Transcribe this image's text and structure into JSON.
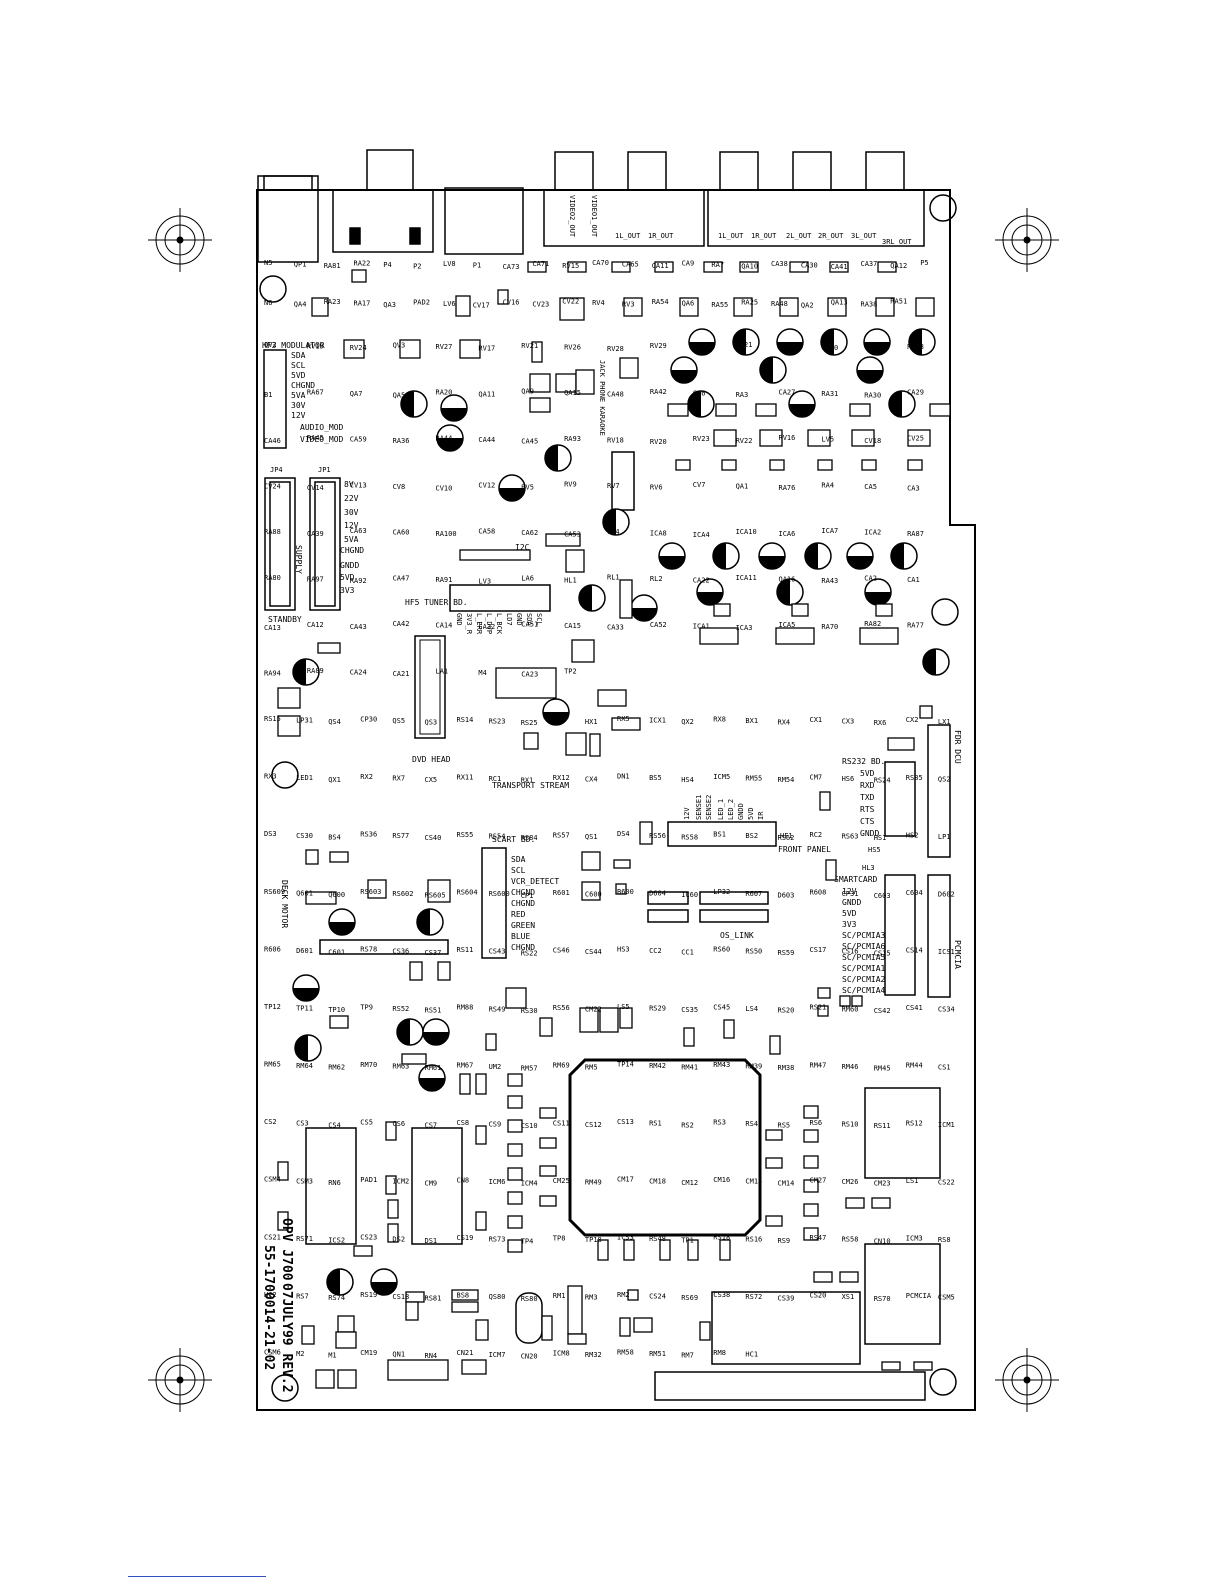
{
  "board": {
    "stamp": "OPV J700 55-1700014-21-02 07JULY99 REV.2",
    "stamp_part": "55-1700014-21-02",
    "stamp_date": "07JULY99 REV.2",
    "stamp_model": "OPV J700"
  },
  "connectors": {
    "video": [
      "VIDEO2_OUT",
      "VIDEO1_OUT"
    ],
    "audio_a": [
      "1L_OUT",
      "1R_OUT"
    ],
    "audio_b": [
      "1L_OUT",
      "1R_OUT",
      "2L_OUT",
      "2R_OUT",
      "3L_OUT",
      "3RL_OUT"
    ]
  },
  "blocks": {
    "modulator": {
      "title": "HF3 MODULATOR",
      "pins": [
        "SDA",
        "SCL",
        "5VD",
        "CHGND",
        "5VA",
        "30V",
        "12V",
        "AUDIO_MOD",
        "VIDEO_MOD"
      ]
    },
    "supply": {
      "title": "SUPPLY",
      "pins": [
        "8V",
        "22V",
        "30V",
        "12V",
        "5VA",
        "CHGND",
        "GNDD",
        "5VD",
        "3V3"
      ],
      "standby": "STANDBY",
      "jp": [
        "JP4",
        "JP1"
      ]
    },
    "jack": "JACK PHONE KARAOKE",
    "tuner": {
      "title": "HF5 TUNER BD.",
      "pins": [
        "GND",
        "3V3_R",
        "L_ERR",
        "L_DVP",
        "L_BCK",
        "LD7",
        "GND",
        "SDA",
        "SCL"
      ],
      "i2c": "I2C"
    },
    "dvd_head": "DVD HEAD",
    "transport": "TRANSPORT STREAM",
    "rs232": {
      "title": "RS232 BD.",
      "pins": [
        "5VD",
        "RXD",
        "TXD",
        "RTS",
        "CTS",
        "GNDD"
      ],
      "hs": "HS5"
    },
    "fdr": "FDR DCU",
    "front_panel": {
      "title": "FRONT PANEL",
      "hf": "HF1",
      "pins": [
        "12V",
        "SENSE1",
        "SENSE2",
        "LED_1",
        "LED_2",
        "GNDD",
        "5VD",
        "IR"
      ]
    },
    "scart": {
      "title": "SCART BD.",
      "pins": [
        "SDA",
        "SCL",
        "VCR_DETECT",
        "CHGND",
        "CHGND",
        "RED",
        "GREEN",
        "BLUE",
        "CHGND"
      ]
    },
    "smartcard": {
      "title": "SMARTCARD",
      "hl": "HL3",
      "pins": [
        "12V",
        "GNDD",
        "5VD",
        "3V3",
        "SC/PCMIA3",
        "SC/PCMIA6",
        "SC/PCMIA5",
        "SC/PCMIA1",
        "SC/PCMIA2",
        "SC/PCMIA4"
      ]
    },
    "pcmcia": "PCMCIA",
    "deck_motor": "DECK MOTOR",
    "os_link": "OS_LINK"
  },
  "components": {
    "top": [
      "N5",
      "QP1",
      "RA81",
      "RA22",
      "P4",
      "P2",
      "LV8",
      "P1",
      "CA73",
      "CA71",
      "RV15",
      "CA70",
      "CA65",
      "CA11",
      "CA9",
      "RA7",
      "QA10",
      "CA38",
      "CA30",
      "CA41",
      "CA37",
      "QA12",
      "P5",
      "N6",
      "QA4",
      "RA23",
      "RA17",
      "QA3",
      "PAD2",
      "LV6",
      "CV17",
      "CV16",
      "CV23",
      "CV22",
      "RV4",
      "RV3",
      "RA54",
      "QA6",
      "RA55",
      "RA25",
      "RA48",
      "QA2",
      "QA13",
      "RA38",
      "RA51"
    ],
    "mid": [
      "QV2",
      "RV19",
      "RV24",
      "QV3",
      "RV27",
      "RV17",
      "RV21",
      "RV26",
      "RV28",
      "RV29",
      "CV15",
      "CV21",
      "RV25",
      "QV10",
      "CV9",
      "RV13",
      "B1",
      "RA67",
      "QA7",
      "QA5",
      "RA20",
      "QA11",
      "QA9",
      "QA15",
      "CA48",
      "RA42",
      "CA6",
      "RA3",
      "CA27",
      "RA31",
      "RA30",
      "CA29",
      "CA46",
      "RA45",
      "CA59",
      "RA36",
      "RA44",
      "CA44",
      "CA45",
      "RA93",
      "RV18",
      "RV20",
      "RV23",
      "RV22",
      "RV16",
      "LV5",
      "CV18",
      "CV25",
      "CV24",
      "CV14",
      "CV13",
      "CV8",
      "CV10",
      "CV12",
      "RV5",
      "RV9",
      "RV7",
      "RV6",
      "CV7",
      "QA1",
      "RA76",
      "RA4",
      "CA5",
      "CA3",
      "RA88",
      "CA39",
      "CA63",
      "CA60",
      "RA100",
      "CA58",
      "CA62",
      "CA53",
      "CA4",
      "ICA8",
      "ICA4",
      "ICA10",
      "ICA6",
      "ICA7",
      "ICA2",
      "RA87",
      "RA80",
      "RA97",
      "RA92",
      "CA47",
      "RA91",
      "LV3",
      "LA6",
      "HL1",
      "RL1",
      "RL2",
      "CA22",
      "ICA11",
      "QA16",
      "RA43",
      "CA2",
      "CA1",
      "CA13",
      "CA12",
      "CA43",
      "CA42",
      "CA14",
      "CA32",
      "CA51",
      "CA15",
      "CA33",
      "CA52",
      "ICA1",
      "ICA3",
      "ICA5",
      "RA70",
      "RA82",
      "RA77",
      "RA94",
      "RA89",
      "CA24",
      "CA21",
      "LA1",
      "M4",
      "CA23",
      "TP2"
    ],
    "lower": [
      "RS15",
      "LP31",
      "QS4",
      "CP30",
      "QS5",
      "QS3",
      "RS14",
      "RS23",
      "RS25",
      "M3",
      "HX1",
      "RX5",
      "ICX1",
      "QX2",
      "RX8",
      "BX1",
      "RX4",
      "CX1",
      "CX3",
      "RX6",
      "CX2",
      "LX1",
      "RX3",
      "LED1",
      "QX1",
      "RX2",
      "RX7",
      "CX5",
      "RX11",
      "RC1",
      "RX1",
      "RX12",
      "CX4",
      "DN1",
      "BS5",
      "HS4",
      "ICM5",
      "RM55",
      "RM54",
      "CM7",
      "HS6",
      "RS24",
      "RS85",
      "QS2",
      "DS3",
      "CS30",
      "BS4",
      "RS36",
      "RS77",
      "CS40",
      "RS55",
      "RS54",
      "RS84",
      "RS57",
      "QS1",
      "DS4",
      "RS56",
      "RS58",
      "BS1",
      "BS2",
      "RS62",
      "RC2",
      "RS63",
      "HS1",
      "HS2",
      "LP1",
      "RS609",
      "Q601",
      "Q600",
      "RS603",
      "RS602",
      "RS605",
      "RS604",
      "RS600",
      "CP1",
      "R601",
      "C600",
      "B600",
      "D604",
      "IC60",
      "LP32",
      "R607",
      "D603",
      "R608",
      "CP31",
      "C603",
      "C604",
      "D602",
      "R606",
      "D601",
      "C601",
      "RS78",
      "CS36",
      "CS37",
      "RS11",
      "CS43",
      "RS22",
      "CS46",
      "CS44",
      "HS3",
      "CC2",
      "CC1",
      "RS60",
      "RS50",
      "RS59",
      "CS17",
      "CS16",
      "CS15",
      "CS14",
      "ICS1",
      "TP12",
      "TP11",
      "TP10",
      "TP9",
      "RS52",
      "RS51",
      "RM88",
      "RS49",
      "RS30",
      "RS56",
      "CM22",
      "LS5",
      "RS29",
      "CS35",
      "CS45",
      "LS4",
      "RS20",
      "RS21",
      "RM60",
      "CS42",
      "CS41",
      "CS34",
      "RM65",
      "RM64",
      "RM62",
      "RM70",
      "RM63",
      "RM61",
      "RM67",
      "UM2",
      "RM57",
      "RM69",
      "RM5",
      "TP14",
      "RM42",
      "RM41",
      "RM43",
      "RM39",
      "RM38",
      "RM47",
      "RM46",
      "RM45",
      "RM44",
      "CS1",
      "CS2",
      "CS3",
      "CS4",
      "CS5",
      "CS6",
      "CS7",
      "CS8",
      "CS9",
      "CS10",
      "CS11",
      "CS12",
      "CS13",
      "RS1",
      "RS2",
      "RS3",
      "RS4",
      "RS5",
      "RS6",
      "RS10",
      "RS11",
      "RS12",
      "ICM1",
      "CSM4",
      "CSM3",
      "RN6",
      "PAD1",
      "ICM2",
      "CM9",
      "CN8",
      "ICM6",
      "ICM4",
      "CM25",
      "RM49",
      "CM17",
      "CM18",
      "CM12",
      "CM16",
      "CM15",
      "CM14",
      "CM27",
      "CM26",
      "CM23",
      "LS1",
      "CS22",
      "CS21",
      "RS71",
      "ICS2",
      "CS23",
      "DS2",
      "DS1",
      "CS19",
      "RS73",
      "TP4",
      "TP8",
      "TP18",
      "ICS3",
      "RS48",
      "TP1",
      "RS18",
      "RS16",
      "RS9",
      "RS47",
      "RS58",
      "CN10",
      "ICM3",
      "RS8",
      "HC2",
      "RS7",
      "RS74",
      "RS19",
      "CS18",
      "RS81",
      "BS8",
      "QS80",
      "RS80",
      "RM1",
      "RM3",
      "RM2",
      "CS24",
      "RS69",
      "CS38",
      "RS72",
      "CS39",
      "CS20",
      "XS1",
      "RS70",
      "PCMCIA",
      "CSM5",
      "CSM6",
      "M2",
      "M1",
      "CM19",
      "QN1",
      "RN4",
      "CN21",
      "ICM7",
      "CN20",
      "ICM8",
      "RM32",
      "RM58",
      "RM51",
      "RM7",
      "RM8",
      "HC1"
    ]
  }
}
